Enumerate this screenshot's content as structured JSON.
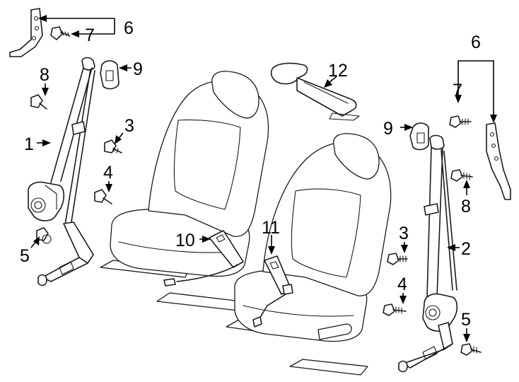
{
  "callouts": {
    "c1": "1",
    "c2": "2",
    "c3_left": "3",
    "c3_right": "3",
    "c4_left": "4",
    "c4_right": "4",
    "c5_left": "5",
    "c5_right": "5",
    "c6_left": "6",
    "c6_right": "6",
    "c7_left": "7",
    "c7_right": "7",
    "c8_left": "8",
    "c8_right": "8",
    "c9_left": "9",
    "c9_right": "9",
    "c10": "10",
    "c11": "11",
    "c12": "12"
  }
}
